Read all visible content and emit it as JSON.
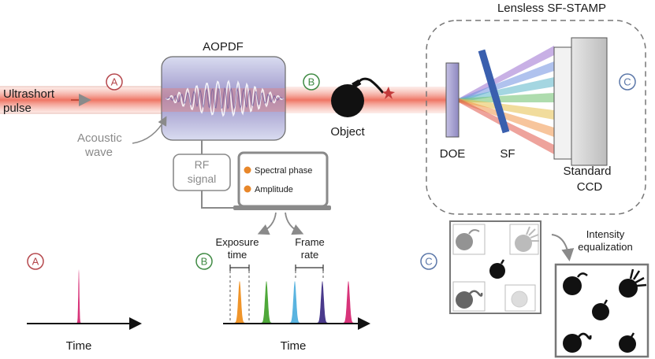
{
  "labels": {
    "ultrashort_line1": "Ultrashort",
    "ultrashort_line2": "pulse",
    "aopdf": "AOPDF",
    "acoustic_line1": "Acoustic",
    "acoustic_line2": "wave",
    "rf_line1": "RF",
    "rf_line2": "signal",
    "spectral_phase": "Spectral phase",
    "amplitude": "Amplitude",
    "object": "Object",
    "lensless": "Lensless SF-STAMP",
    "doe": "DOE",
    "sf": "SF",
    "ccd_line1": "Standard",
    "ccd_line2": "CCD",
    "exposure_line1": "Exposure",
    "exposure_line2": "time",
    "frame_line1": "Frame",
    "frame_line2": "rate",
    "time_a": "Time",
    "time_b": "Time",
    "intensity_line1": "Intensity",
    "intensity_line2": "equalization"
  },
  "markers": {
    "a": "A",
    "b": "B",
    "c": "C"
  },
  "colors": {
    "marker_a": "#b5474c",
    "marker_b": "#3f8a43",
    "marker_c": "#5a76a8",
    "beam": "#f07a6a",
    "bullet": "#e8872a",
    "pulse_a": "#d8347a",
    "pulse_colors": [
      "#f0952a",
      "#4fa83a",
      "#5ab4e0",
      "#4a3a8c",
      "#d8347a"
    ]
  },
  "icons": [
    "bomb-icon",
    "laptop-icon"
  ]
}
